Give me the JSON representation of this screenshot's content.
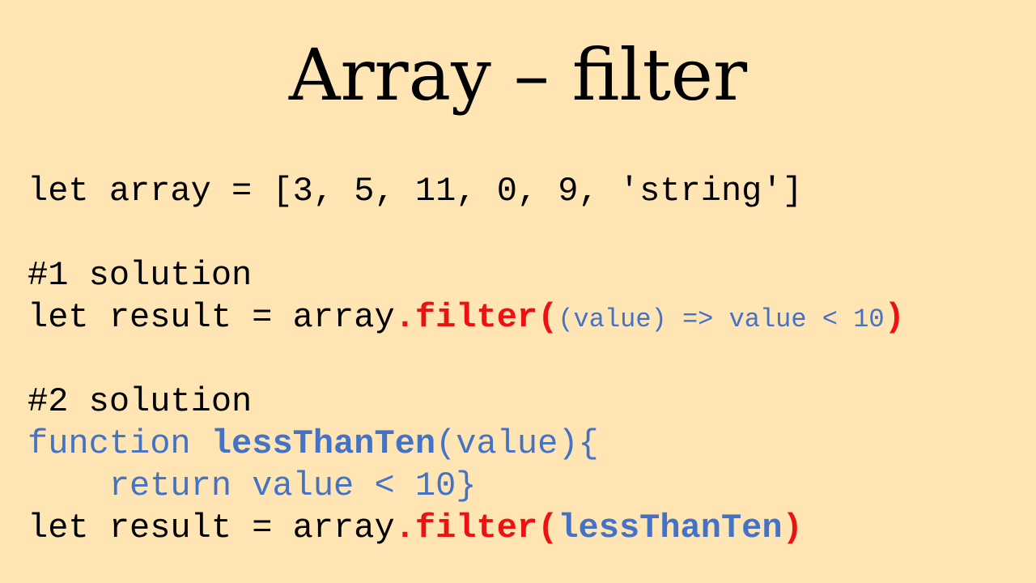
{
  "slide": {
    "title": "Array – filter",
    "colors": {
      "background": "#FFE5B3",
      "text": "#000000",
      "method": "#EE1111",
      "function": "#4472C4"
    },
    "lines": {
      "array_decl": "let array = [3, 5, 11, 0, 9, 'string']",
      "solution1_heading": "#1 solution",
      "solution1_prefix": "let result = array",
      "solution1_method": ".filter(",
      "solution1_callback": "(value) => value < 10",
      "solution1_close": ")",
      "solution2_heading": "#2 solution",
      "solution2_keyword": "function ",
      "solution2_name": "lessThanTen",
      "solution2_params": "(value){",
      "solution2_body": "    return value < 10}",
      "solution2_prefix": "let result = array",
      "solution2_method": ".filter(",
      "solution2_arg": "lessThanTen",
      "solution2_close": ")"
    }
  }
}
